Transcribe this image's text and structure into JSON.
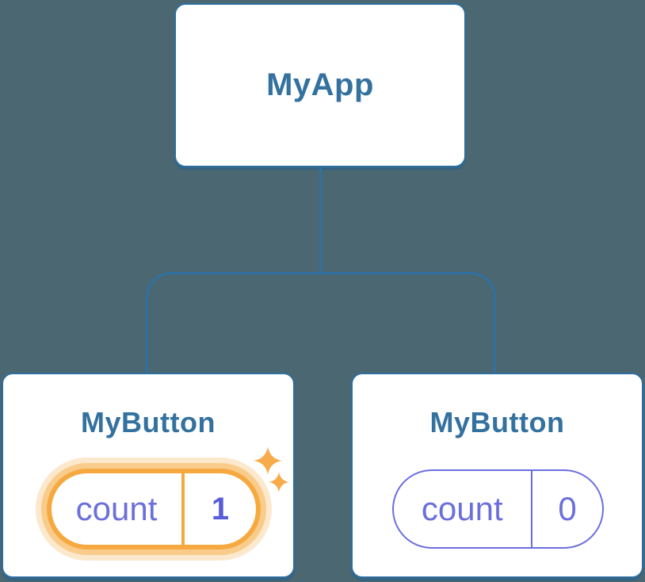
{
  "diagram": {
    "root": {
      "label": "MyApp"
    },
    "children": [
      {
        "label": "MyButton",
        "state": {
          "key": "count",
          "value": "1"
        },
        "highlighted": true
      },
      {
        "label": "MyButton",
        "state": {
          "key": "count",
          "value": "0"
        },
        "highlighted": false
      }
    ]
  },
  "icons": {
    "sparkle_large": "sparkle-icon",
    "sparkle_small": "sparkle-icon"
  },
  "colors": {
    "background": "#4B6771",
    "node_border": "#2E6E9E",
    "node_text": "#33719F",
    "connector": "#2F71A1",
    "state_text_purple": "#6B6FDB",
    "state_value_purple": "#575CD9",
    "highlight_orange": "#F6A940",
    "highlight_glow_mid": "#F9CC8B",
    "highlight_glow_outer": "#FCE8CD",
    "sparkle_orange": "#F7AB4B"
  }
}
